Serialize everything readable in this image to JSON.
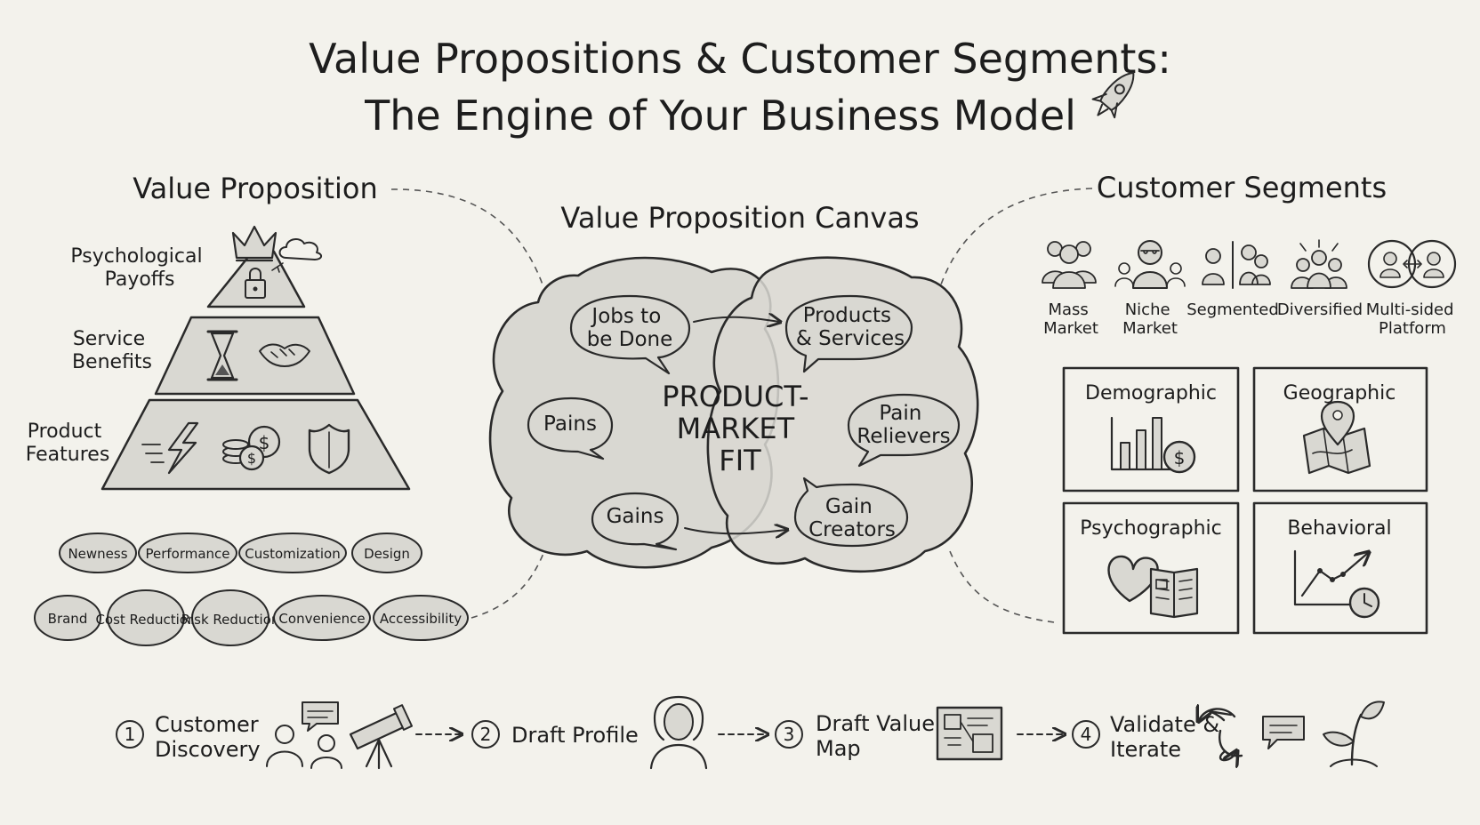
{
  "title": {
    "line1": "Value Propositions & Customer Segments:",
    "line2": "The Engine of Your Business Model"
  },
  "value_proposition": {
    "heading": "Value Proposition",
    "tiers": [
      {
        "label": [
          "Psychological",
          "Payoffs"
        ],
        "icons": [
          "crown-icon",
          "padlock-icon",
          "cloud-icon"
        ]
      },
      {
        "label": [
          "Service",
          "Benefits"
        ],
        "icons": [
          "hourglass-icon",
          "handshake-icon"
        ]
      },
      {
        "label": [
          "Product",
          "Features"
        ],
        "icons": [
          "lightning-icon",
          "coins-icon",
          "shield-icon"
        ]
      }
    ],
    "values_row1": [
      "Newness",
      "Performance",
      "Customization",
      "Design"
    ],
    "values_row2": [
      "Brand",
      "Cost Reduction",
      "Risk Reduction",
      "Convenience",
      "Accessibility"
    ]
  },
  "canvas": {
    "heading": "Value Proposition Canvas",
    "center": [
      "PRODUCT-",
      "MARKET",
      "FIT"
    ],
    "jobs": [
      "Jobs to",
      "be Done"
    ],
    "pains": "Pains",
    "gains": "Gains",
    "products": [
      "Products",
      "& Services"
    ],
    "relievers": [
      "Pain",
      "Relievers"
    ],
    "creators": [
      "Gain",
      "Creators"
    ]
  },
  "customer_segments": {
    "heading": "Customer Segments",
    "types": [
      {
        "label": [
          "Mass",
          "Market"
        ],
        "icon": "crowd-icon"
      },
      {
        "label": [
          "Niche",
          "Market"
        ],
        "icon": "niche-group-icon"
      },
      {
        "label": [
          "Segmented"
        ],
        "icon": "segmented-group-icon"
      },
      {
        "label": [
          "Diversified"
        ],
        "icon": "diversified-group-icon"
      },
      {
        "label": [
          "Multi-sided",
          "Platform"
        ],
        "icon": "multi-sided-platform-icon"
      }
    ],
    "grid": [
      {
        "label": "Demographic",
        "icon": "bar-chart-dollar-icon"
      },
      {
        "label": "Geographic",
        "icon": "map-pin-icon"
      },
      {
        "label": "Psychographic",
        "icon": "heart-book-icon"
      },
      {
        "label": "Behavioral",
        "icon": "trend-clock-icon"
      }
    ]
  },
  "steps": [
    {
      "num": "1",
      "label": [
        "Customer",
        "Discovery"
      ],
      "icon": "telescope-icon"
    },
    {
      "num": "2",
      "label": [
        "Draft Profile"
      ],
      "icon": "person-profile-icon"
    },
    {
      "num": "3",
      "label": [
        "Draft Value",
        "Map"
      ],
      "icon": "value-map-board-icon"
    },
    {
      "num": "4",
      "label": [
        "Validate &",
        "Iterate"
      ],
      "icon": "sprout-icon"
    }
  ],
  "colors": {
    "background": "#f3f2ec",
    "ink": "#2a2a2a",
    "shade": "#d9d8d2"
  }
}
